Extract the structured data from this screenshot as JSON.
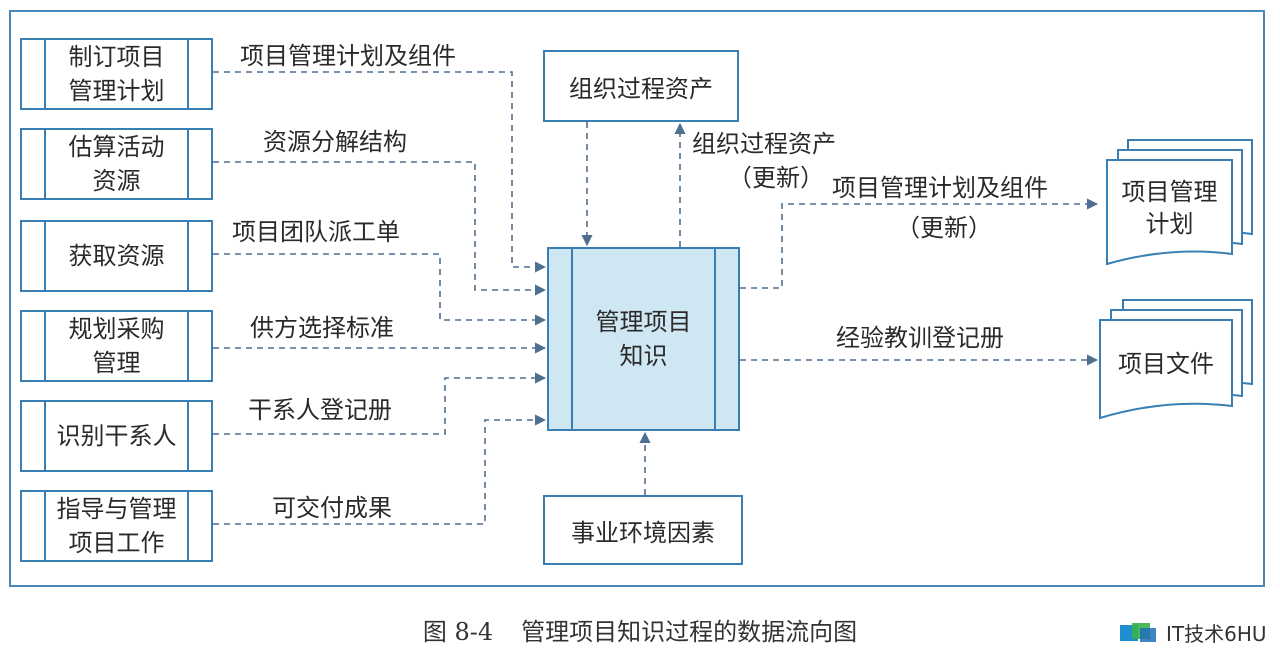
{
  "diagram": {
    "left_processes": [
      {
        "id": "p1",
        "label": "制订项目\n管理计划",
        "output": "项目管理计划及组件"
      },
      {
        "id": "p2",
        "label": "估算活动\n资源",
        "output": "资源分解结构"
      },
      {
        "id": "p3",
        "label": "获取资源",
        "output": "项目团队派工单"
      },
      {
        "id": "p4",
        "label": "规划采购\n管理",
        "output": "供方选择标准"
      },
      {
        "id": "p5",
        "label": "识别干系人",
        "output": "干系人登记册"
      },
      {
        "id": "p6",
        "label": "指导与管理\n项目工作",
        "output": "可交付成果"
      }
    ],
    "central_process": "管理项目\n知识",
    "org_assets_box": "组织过程资产",
    "org_assets_update_label": "组织过程资产",
    "org_assets_update_note": "（更新）",
    "env_factors_box": "事业环境因素",
    "plan_update_label": "项目管理计划及组件",
    "plan_update_note": "（更新）",
    "plan_doc": "项目管理\n计划",
    "lessons_label": "经验教训登记册",
    "project_docs": "项目文件"
  },
  "caption": {
    "figure_no": "图 8-4",
    "title": "管理项目知识过程的数据流向图"
  },
  "watermark": {
    "text": "IT技术6HU"
  },
  "colors": {
    "border": "#3a7fb3",
    "frame": "#4a88b8",
    "central_fill": "#cfe6f3",
    "arrow": "#4f6f8f"
  }
}
